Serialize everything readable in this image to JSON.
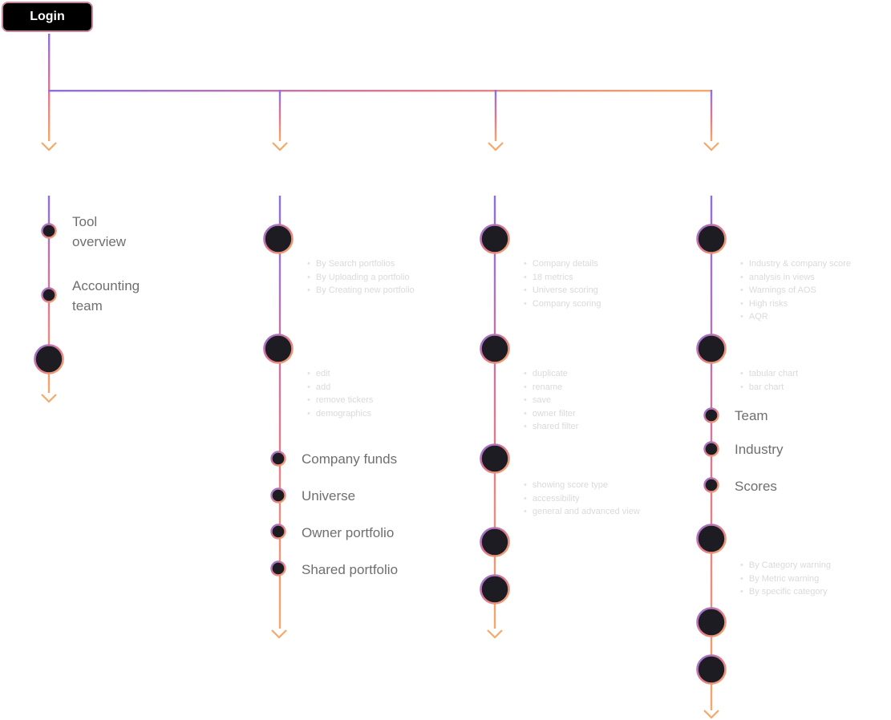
{
  "login": {
    "label": "Login"
  },
  "col1": {
    "items": [
      {
        "label_line1": "Tool",
        "label_line2": "overview"
      },
      {
        "label_line1": "Accounting",
        "label_line2": "team"
      }
    ]
  },
  "col2": {
    "list1": [
      "By Search portfolios",
      "By Uploading a portfolio",
      "By Creating new portfolio"
    ],
    "list2": [
      "edit",
      "add",
      "remove tickers",
      "demographics"
    ],
    "items": [
      "Company funds",
      "Universe",
      "Owner portfolio",
      "Shared portfolio"
    ]
  },
  "col3": {
    "list1": [
      "Company details",
      "18 metrics",
      "Universe scoring",
      "Company scoring"
    ],
    "list2": [
      "duplicate",
      "rename",
      "save",
      "owner filter",
      "shared filter"
    ],
    "list3": [
      "showing score type",
      "accessibility",
      "general and advanced view"
    ]
  },
  "col4": {
    "list1": [
      "Industry & company score",
      "analysis in views",
      "Warnings of AOS",
      "High risks",
      "AQR"
    ],
    "list2": [
      "tabular chart",
      "bar chart"
    ],
    "items": [
      "Team",
      "Industry",
      "Scores"
    ],
    "list3": [
      "By Category warning",
      "By Metric warning",
      "By specific category"
    ]
  },
  "colors": {
    "purple": "#8c6fdc",
    "pink": "#e0788c",
    "orange": "#f6a86a",
    "node_fill": "#1c1c22"
  }
}
